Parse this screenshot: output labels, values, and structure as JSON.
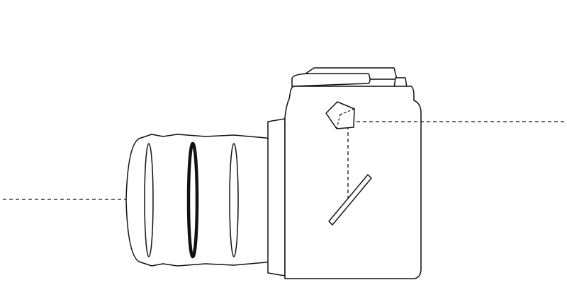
{
  "diagram": {
    "subject": "camera-cross-section",
    "colors": {
      "background": "#ffffff",
      "line": "#111111"
    },
    "elements": {
      "lens_elements_count": 3,
      "has_reflex_mirror": true,
      "has_prism": true,
      "light_path_style": "dashed"
    }
  }
}
